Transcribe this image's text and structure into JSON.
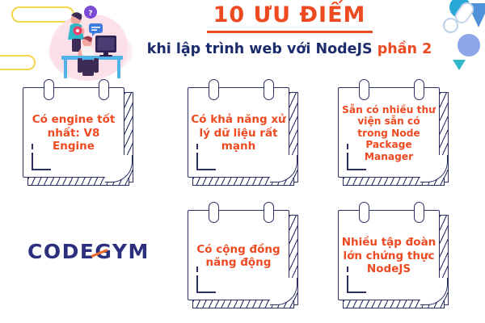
{
  "header": {
    "title": "10 ƯU ĐIỂM",
    "subtitle_main": "khi lập trình web với NodeJS",
    "subtitle_accent": "phần 2"
  },
  "colors": {
    "accent_orange": "#EE4A22",
    "navy": "#1B2B6B",
    "card_outline": "#2B2F63",
    "logo_navy": "#2B2F7E",
    "logo_slash_orange": "#EE6A2A",
    "pill_yellow": "#F2D64B",
    "blob_pink": "#FBDDE6",
    "deco_teal": "#29A8D8",
    "deco_periwinkle": "#8CA6E8",
    "deco_blue_triangle": "#4E93D9"
  },
  "cards": [
    {
      "id": "card-engine",
      "text": "Có engine tốt nhất: V8 Engine",
      "size": "normal"
    },
    {
      "id": "card-data",
      "text": "Có khả năng xử lý dữ liệu rất mạnh",
      "size": "normal"
    },
    {
      "id": "card-npm",
      "text": "Sẵn có nhiều thư viện sẵn có trong Node Package Manager",
      "size": "small"
    },
    {
      "id": "card-community",
      "text": "Có cộng đồng năng động",
      "size": "normal"
    },
    {
      "id": "card-corps",
      "text": "Nhiều tập đoàn lớn chứng thực NodeJS",
      "size": "normal"
    }
  ],
  "logo": {
    "text": "CODEGYM"
  },
  "illustration": {
    "name": "person-at-desk-with-computer-and-chat-bubbles"
  }
}
